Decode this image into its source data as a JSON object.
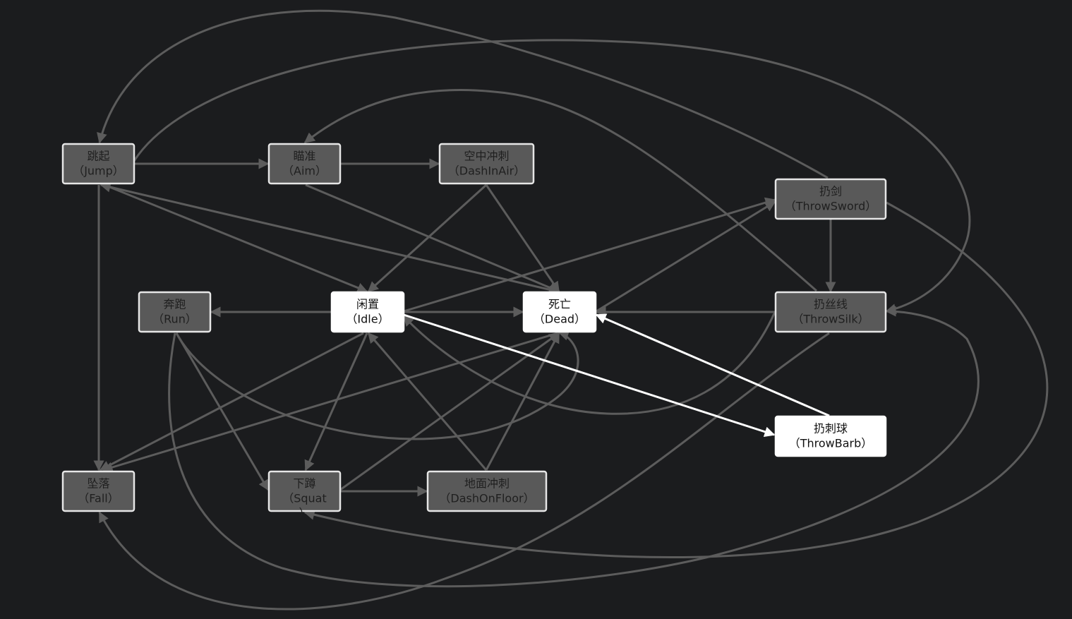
{
  "colors": {
    "background": "#1b1c1e",
    "node_dim_fill": "#595959",
    "node_highlight_fill": "#ffffff",
    "edge_dim": "#5c5c5c",
    "edge_highlight": "#ffffff"
  },
  "nodes": [
    {
      "id": "jump",
      "line1": "跳起",
      "line2": "（Jump）",
      "highlight": false
    },
    {
      "id": "aim",
      "line1": "瞄准",
      "line2": "（Aim）",
      "highlight": false
    },
    {
      "id": "dashinair",
      "line1": "空中冲刺",
      "line2": "（DashInAir）",
      "highlight": false
    },
    {
      "id": "throwsword",
      "line1": "扔剑",
      "line2": "（ThrowSword）",
      "highlight": false
    },
    {
      "id": "run",
      "line1": "奔跑",
      "line2": "（Run）",
      "highlight": false
    },
    {
      "id": "idle",
      "line1": "闲置",
      "line2": "（Idle）",
      "highlight": true
    },
    {
      "id": "dead",
      "line1": "死亡",
      "line2": "（Dead）",
      "highlight": true
    },
    {
      "id": "throwsilk",
      "line1": "扔丝线",
      "line2": "（ThrowSilk）",
      "highlight": false
    },
    {
      "id": "throwbarb",
      "line1": "扔刺球",
      "line2": "（ThrowBarb）",
      "highlight": true
    },
    {
      "id": "fall",
      "line1": "坠落",
      "line2": "（Fall）",
      "highlight": false
    },
    {
      "id": "squat",
      "line1": "下蹲",
      "line2": "（Squat",
      "line3": "）",
      "highlight": false
    },
    {
      "id": "dashonfloor",
      "line1": "地面冲刺",
      "line2": "（DashOnFloor）",
      "highlight": false
    }
  ],
  "edges": [
    {
      "from": "jump",
      "to": "aim",
      "highlight": false
    },
    {
      "from": "aim",
      "to": "dashinair",
      "highlight": false
    },
    {
      "from": "jump",
      "to": "idle",
      "highlight": false
    },
    {
      "from": "dead",
      "to": "jump",
      "highlight": false
    },
    {
      "from": "jump",
      "to": "fall",
      "highlight": false
    },
    {
      "from": "aim",
      "to": "dead",
      "highlight": false
    },
    {
      "from": "dashinair",
      "to": "idle",
      "highlight": false
    },
    {
      "from": "dashinair",
      "to": "dead",
      "highlight": false
    },
    {
      "from": "idle",
      "to": "run",
      "highlight": false
    },
    {
      "from": "idle",
      "to": "dead",
      "highlight": false
    },
    {
      "from": "idle",
      "to": "throwbarb",
      "highlight": true
    },
    {
      "from": "throwbarb",
      "to": "dead",
      "highlight": true
    },
    {
      "from": "throwsilk",
      "to": "dead",
      "highlight": false
    },
    {
      "from": "throwsword",
      "to": "throwsilk",
      "highlight": false
    },
    {
      "from": "idle",
      "to": "throwsword",
      "highlight": false
    },
    {
      "from": "dead",
      "to": "throwsword",
      "highlight": false
    },
    {
      "from": "throwsword",
      "to": "jump",
      "highlight": false
    },
    {
      "from": "jump",
      "to": "throwsilk",
      "highlight": false
    },
    {
      "from": "throwsilk",
      "to": "aim",
      "highlight": false
    },
    {
      "from": "throwsword",
      "to": "squat",
      "highlight": false
    },
    {
      "from": "throwsilk",
      "to": "fall",
      "highlight": false
    },
    {
      "from": "run",
      "to": "squat",
      "highlight": false
    },
    {
      "from": "run",
      "to": "dead",
      "highlight": false
    },
    {
      "from": "run",
      "to": "throwsilk",
      "highlight": false
    },
    {
      "from": "throwsilk",
      "to": "idle",
      "highlight": false
    },
    {
      "from": "idle",
      "to": "squat",
      "highlight": false
    },
    {
      "from": "idle",
      "to": "fall",
      "highlight": false
    },
    {
      "from": "dead",
      "to": "fall",
      "highlight": false
    },
    {
      "from": "squat",
      "to": "dashonfloor",
      "highlight": false
    },
    {
      "from": "squat",
      "to": "dead",
      "highlight": false
    },
    {
      "from": "dashonfloor",
      "to": "idle",
      "highlight": false
    },
    {
      "from": "dashonfloor",
      "to": "dead",
      "highlight": false
    }
  ]
}
